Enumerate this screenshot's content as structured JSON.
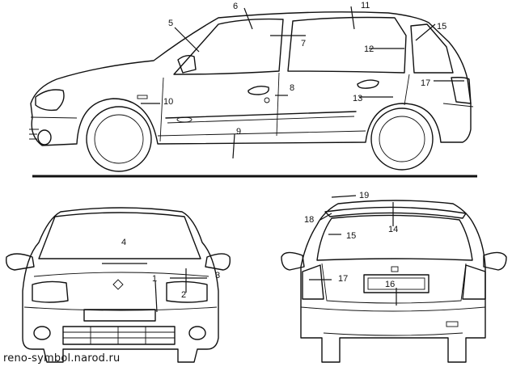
{
  "callouts": {
    "n1": "1",
    "n2": "2",
    "n3": "3",
    "n4": "4",
    "n5": "5",
    "n6": "6",
    "n7": "7",
    "n8": "8",
    "n9": "9",
    "n10": "10",
    "n11": "11",
    "n12": "12",
    "n13": "13",
    "n14": "14",
    "n15": "15",
    "n16": "16",
    "n17": "17",
    "n18": "18",
    "n19": "19",
    "n15_rear": "15",
    "n17_rear": "17"
  },
  "watermark": "reno-symbol.narod.ru"
}
